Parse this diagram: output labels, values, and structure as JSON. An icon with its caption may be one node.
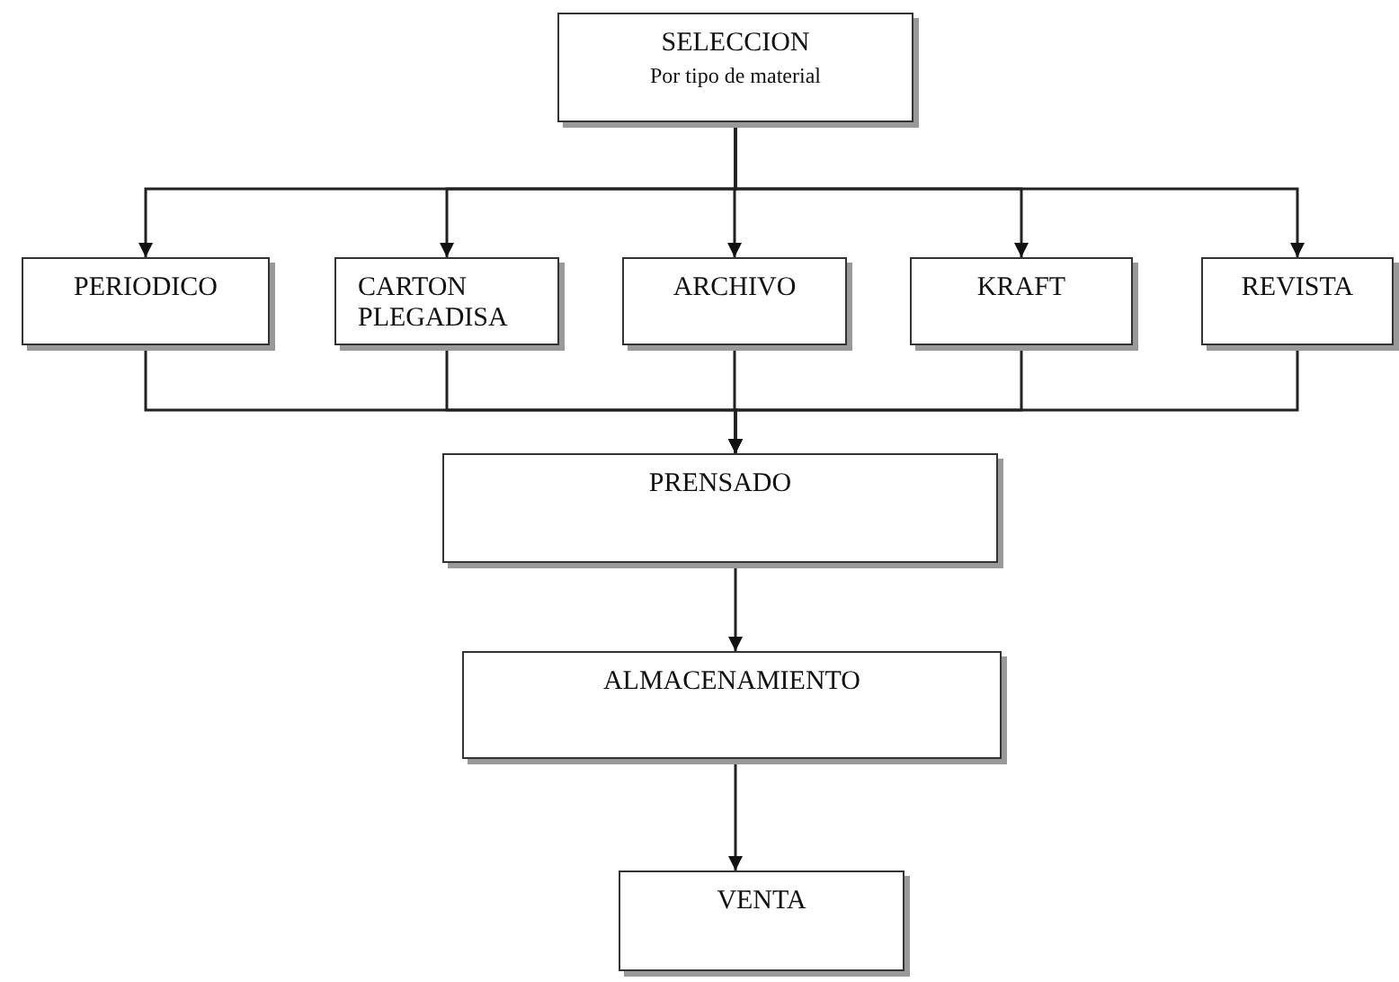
{
  "diagram": {
    "nodes": [
      {
        "text": [
          "SELECCION",
          "Por tipo de material"
        ]
      },
      {
        "text": [
          "PERIODICO"
        ]
      },
      {
        "text": [
          "CARTON PLEGADISA"
        ]
      },
      {
        "text": [
          "ARCHIVO"
        ]
      },
      {
        "text": [
          "KRAFT"
        ]
      },
      {
        "text": [
          "REVISTA"
        ]
      },
      {
        "text": [
          "PRENSADO"
        ]
      },
      {
        "text": [
          "ALMACENAMIENTO"
        ]
      },
      {
        "text": [
          "VENTA"
        ]
      }
    ],
    "edges": [
      {
        "from": 0,
        "to": 1,
        "arrow": "to"
      },
      {
        "from": 0,
        "to": 2,
        "arrow": "to"
      },
      {
        "from": 0,
        "to": 3,
        "arrow": "to"
      },
      {
        "from": 0,
        "to": 4,
        "arrow": "to"
      },
      {
        "from": 0,
        "to": 5,
        "arrow": "to"
      },
      {
        "from": 1,
        "to": 6,
        "arrow": "to"
      },
      {
        "from": 2,
        "to": 6,
        "arrow": "to"
      },
      {
        "from": 3,
        "to": 6,
        "arrow": "to"
      },
      {
        "from": 4,
        "to": 6,
        "arrow": "to"
      },
      {
        "from": 5,
        "to": 6,
        "arrow": "to"
      },
      {
        "from": 6,
        "to": 7,
        "arrow": "to"
      },
      {
        "from": 7,
        "to": 8,
        "arrow": "to"
      }
    ]
  }
}
